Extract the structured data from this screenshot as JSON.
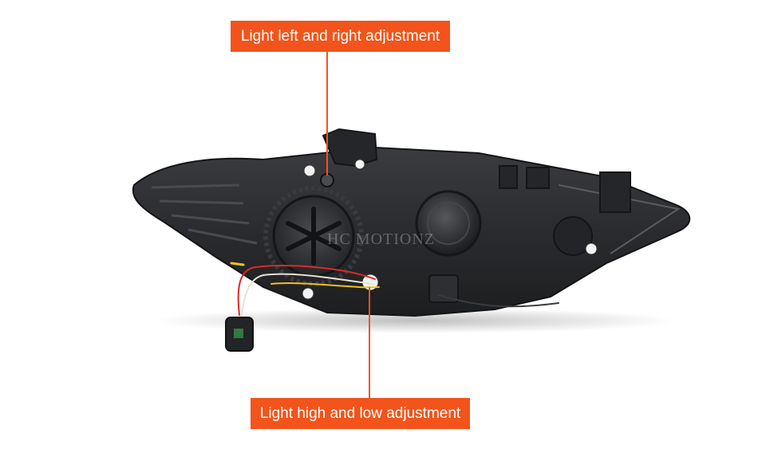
{
  "callouts": {
    "top": {
      "label": "Light left and right adjustment"
    },
    "bottom": {
      "label": "Light high and low adjustment"
    }
  },
  "watermark": {
    "text": "HC MOTIONZ"
  },
  "colors": {
    "accent": "#f2541b",
    "housing": "#2a2b2e",
    "background": "#ffffff"
  }
}
